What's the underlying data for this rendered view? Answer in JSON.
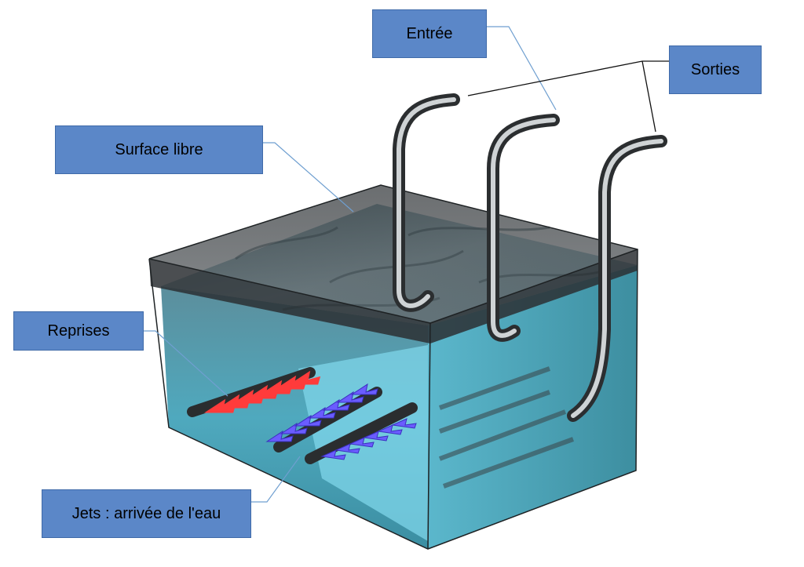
{
  "labels": {
    "entree": "Entrée",
    "sorties": "Sorties",
    "surface_libre": "Surface libre",
    "reprises": "Reprises",
    "jets": "Jets : arrivée de l'eau"
  },
  "colors": {
    "label_fill": "#5b87c8",
    "water": "#5fb4c8",
    "tank_glass": "#3a3f42",
    "reprise_arrows": "#ff3b3b",
    "jet_arrows": "#6a5cff",
    "pipe": "#8a8f93"
  }
}
